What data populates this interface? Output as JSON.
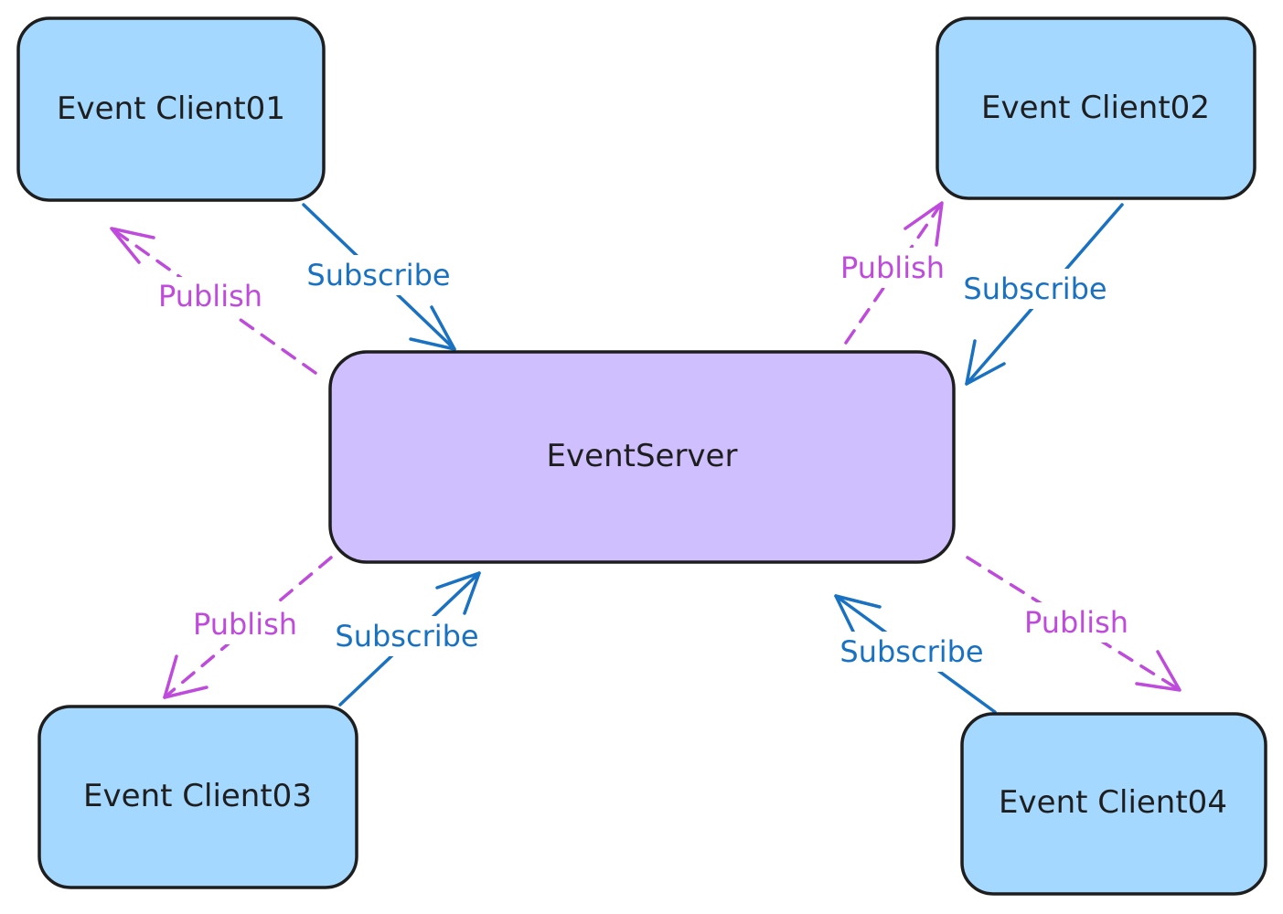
{
  "colors": {
    "client_fill": "#a5d8ff",
    "server_fill": "#d0bfff",
    "stroke": "#1e1e1e",
    "publish": "#be4bdb",
    "subscribe": "#1971c2",
    "background": "#ffffff"
  },
  "nodes": {
    "server": {
      "label": "EventServer"
    },
    "client01": {
      "label": "Event Client01"
    },
    "client02": {
      "label": "Event Client02"
    },
    "client03": {
      "label": "Event Client03"
    },
    "client04": {
      "label": "Event Client04"
    }
  },
  "edges": {
    "c1_publish": {
      "label": "Publish",
      "style": "dashed",
      "from": "EventServer",
      "to": "Event Client01"
    },
    "c1_subscribe": {
      "label": "Subscribe",
      "style": "solid",
      "from": "Event Client01",
      "to": "EventServer"
    },
    "c2_publish": {
      "label": "Publish",
      "style": "dashed",
      "from": "EventServer",
      "to": "Event Client02"
    },
    "c2_subscribe": {
      "label": "Subscribe",
      "style": "solid",
      "from": "Event Client02",
      "to": "EventServer"
    },
    "c3_publish": {
      "label": "Publish",
      "style": "dashed",
      "from": "EventServer",
      "to": "Event Client03"
    },
    "c3_subscribe": {
      "label": "Subscribe",
      "style": "solid",
      "from": "Event Client03",
      "to": "EventServer"
    },
    "c4_publish": {
      "label": "Publish",
      "style": "dashed",
      "from": "EventServer",
      "to": "Event Client04"
    },
    "c4_subscribe": {
      "label": "Subscribe",
      "style": "solid",
      "from": "Event Client04",
      "to": "EventServer"
    }
  }
}
